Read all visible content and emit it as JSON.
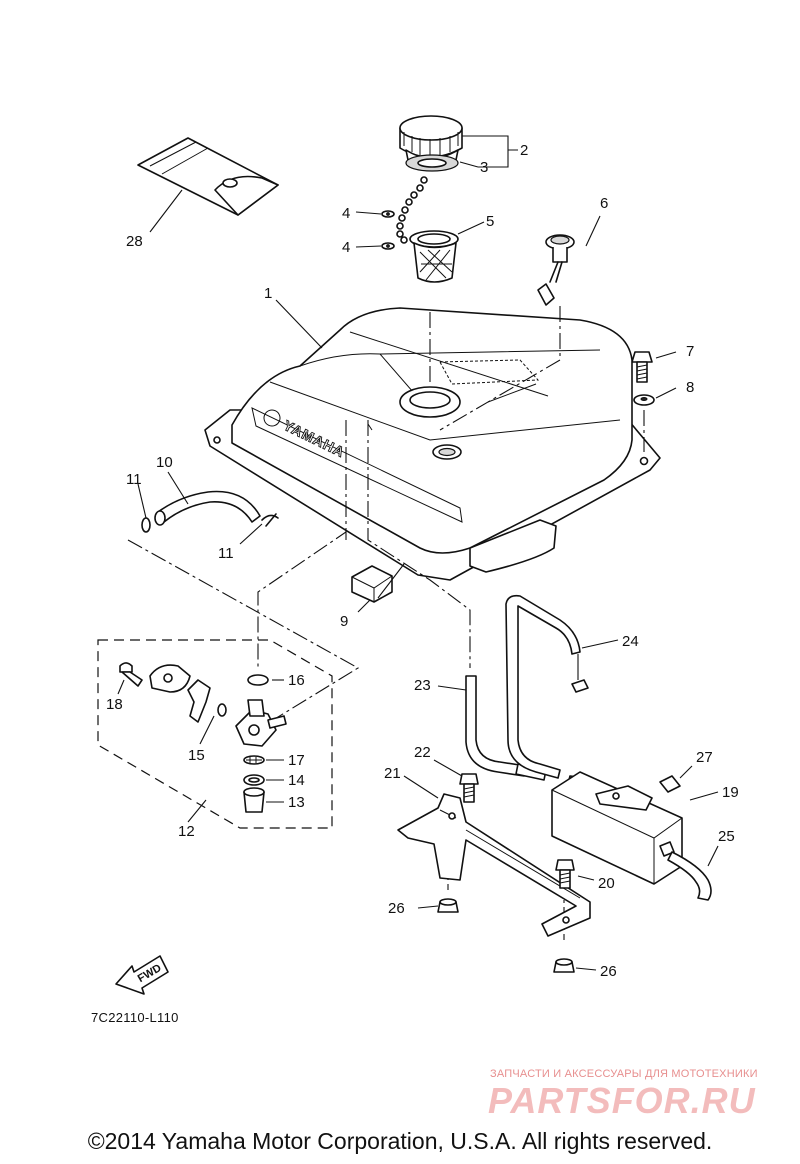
{
  "callouts": {
    "c1": "1",
    "c2": "2",
    "c3": "3",
    "c4a": "4",
    "c4b": "4",
    "c5": "5",
    "c6": "6",
    "c7": "7",
    "c8": "8",
    "c9": "9",
    "c10": "10",
    "c11a": "11",
    "c11b": "11",
    "c12": "12",
    "c13": "13",
    "c14": "14",
    "c15": "15",
    "c16": "16",
    "c17": "17",
    "c18": "18",
    "c19": "19",
    "c20": "20",
    "c21": "21",
    "c22": "22",
    "c23": "23",
    "c24": "24",
    "c25": "25",
    "c26a": "26",
    "c26b": "26",
    "c27": "27",
    "c28": "28"
  },
  "tank_emblem": "YAMAHA",
  "fwd_marker": "FWD",
  "diagram_code": "7C22110-L110",
  "watermark": {
    "caption": "ЗАПЧАСТИ И АКСЕССУАРЫ ДЛЯ МОТОТЕХНИКИ",
    "logo": "PARTSFOR.RU",
    "color": "#e78f8f"
  },
  "copyright": "©2014 Yamaha Motor Corporation, U.S.A. All rights reserved.",
  "icons": [
    "fwd-arrow-icon",
    "yamaha-tuning-fork-icon"
  ]
}
